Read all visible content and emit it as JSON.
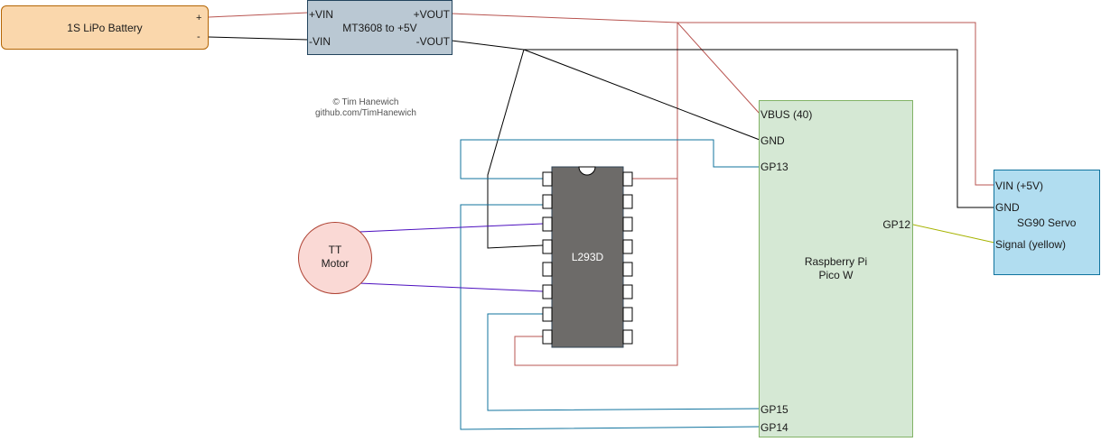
{
  "battery": {
    "title": "1S LiPo Battery",
    "plus": "+",
    "minus": "-",
    "fill": "#fad7ac",
    "stroke": "#b46504"
  },
  "converter": {
    "title": "MT3608 to +5V",
    "vin_plus": "+VIN",
    "vin_minus": "-VIN",
    "vout_plus": "+VOUT",
    "vout_minus": "-VOUT",
    "fill": "#bac8d3",
    "stroke": "#23445d"
  },
  "credit": {
    "line1": "© Tim Hanewich",
    "line2": "github.com/TimHanewich"
  },
  "motor": {
    "line1": "TT",
    "line2": "Motor",
    "fill": "#fad9d5",
    "stroke": "#ae4132"
  },
  "driver": {
    "title": "L293D",
    "fill": "#6d6b69",
    "pins_per_side": 8
  },
  "pico": {
    "title_line1": "Raspberry Pi",
    "title_line2": "Pico W",
    "pins": {
      "vbus": "VBUS (40)",
      "gnd": "GND",
      "gp13": "GP13",
      "gp12": "GP12",
      "gp15": "GP15",
      "gp14": "GP14"
    },
    "fill": "#d5e8d4",
    "stroke": "#82b366"
  },
  "servo": {
    "title": "SG90 Servo",
    "vin": "VIN (+5V)",
    "gnd": "GND",
    "signal": "Signal (yellow)",
    "fill": "#b1ddf0",
    "stroke": "#10739e"
  },
  "wire_colors": {
    "power": "#b85450",
    "ground": "#000000",
    "signal": "#10739e",
    "motor": "#4c0fbf",
    "servo_signal": "#a6b300"
  }
}
